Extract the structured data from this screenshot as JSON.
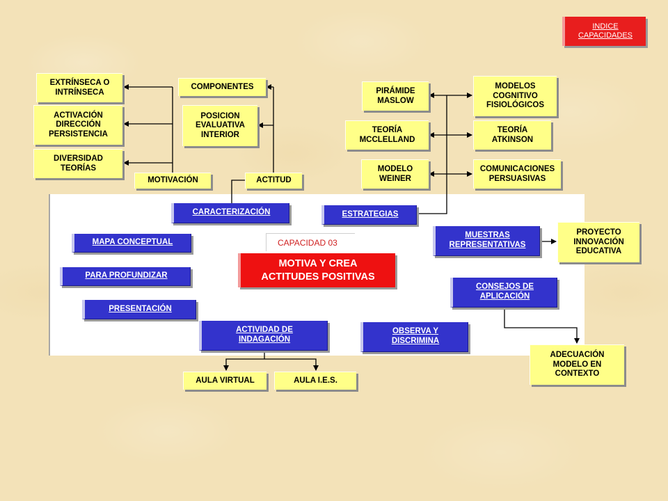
{
  "index_button": "INDICE\nCAPACIDADES",
  "capacity_tab": "CAPACIDAD  03",
  "main_title": "MOTIVA Y CREA\nACTITUDES POSITIVAS",
  "motivation": {
    "extrinseca": "EXTRÍNSECA O\nINTRÍNSECA",
    "activacion": "ACTIVACIÓN\nDIRECCIÓN\nPERSISTENCIA",
    "diversidad": "DIVERSIDAD\nTEORÍAS",
    "motivacion": "MOTIVACIÓN"
  },
  "attitude": {
    "componentes": "COMPONENTES",
    "posicion": "POSICION\nEVALUATIVA\nINTERIOR",
    "actitud": "ACTITUD"
  },
  "strategies": {
    "piramide": "PIRÁMIDE\nMASLOW",
    "teoria_mcc": "TEORÍA\nMCCLELLAND",
    "modelo_weiner": "MODELO\nWEINER",
    "modelos_cog": "MODELOS\nCOGNITIVO\nFISIOLÓGICOS",
    "teoria_atk": "TEORÍA\nATKINSON",
    "comunicaciones": "COMUNICACIONES\nPERSUASIVAS"
  },
  "links": {
    "caracterizacion": "CARACTERIZACIÓN",
    "estrategias": "ESTRATEGIAS",
    "mapa": "MAPA CONCEPTUAL",
    "profundizar": "PARA PROFUNDIZAR",
    "presentacion": "PRESENTACIÓN",
    "actividad": "ACTIVIDAD DE\nINDAGACIÓN",
    "observa": "OBSERVA Y\nDISCRIMINA",
    "muestras": "MUESTRAS\nREPRESENTATIVAS",
    "consejos": "CONSEJOS DE\nAPLICACIÓN"
  },
  "outcomes": {
    "proyecto": "PROYECTO\nINNOVACIÓN\nEDUCATIVA",
    "adecuacion": "ADECUACIÓN\nMODELO EN\nCONTEXTO",
    "aula_virtual": "AULA  VIRTUAL",
    "aula_ies": "AULA  I.E.S."
  },
  "colors": {
    "background": "#f3e2b8",
    "yellow_box": "#ffff88",
    "blue_box": "#3333cc",
    "red_box": "#ee1111",
    "capacity_text": "#d02020"
  }
}
